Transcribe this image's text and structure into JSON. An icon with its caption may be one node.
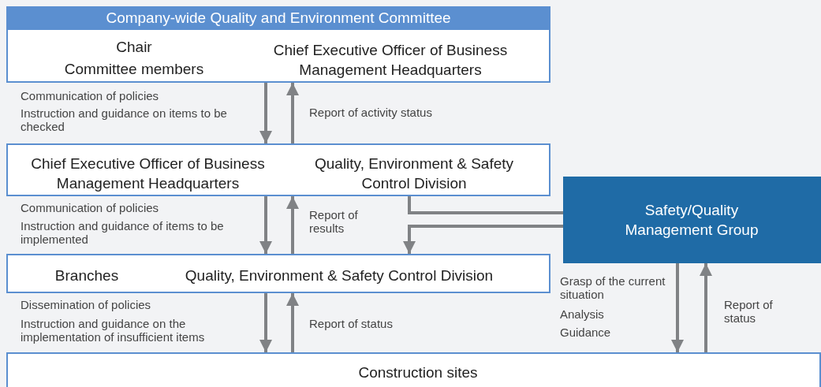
{
  "diagram": {
    "nodes": [
      {
        "text": [
          "Company-wide Quality and Environment Committee",
          "Chair",
          "Committee members",
          "Chief Executive Officer of Business Management Headquarters"
        ]
      },
      {
        "text": [
          "Chief Executive Officer of Business Management Headquarters",
          "Quality, Environment & Safety Control Division"
        ]
      },
      {
        "text": [
          "Branches",
          "Quality, Environment & Safety Control Division"
        ]
      },
      {
        "text": [
          "Construction sites"
        ]
      },
      {
        "text": [
          "Safety/Quality Management Group"
        ]
      }
    ],
    "edges": [
      {
        "from": 0,
        "to": 1,
        "arrow": "to"
      },
      {
        "from": 1,
        "to": 0,
        "arrow": "to",
        "label": "Report of activity status"
      },
      {
        "from": 1,
        "to": 2,
        "arrow": "to"
      },
      {
        "from": 2,
        "to": 1,
        "arrow": "to",
        "label": "Report of results"
      },
      {
        "from": 2,
        "to": 3,
        "arrow": "to"
      },
      {
        "from": 3,
        "to": 2,
        "arrow": "to",
        "label": "Report of status"
      },
      {
        "from": 1,
        "to": 4,
        "arrow": "none"
      },
      {
        "from": 4,
        "to": 2,
        "arrow": "to"
      },
      {
        "from": 4,
        "to": 3,
        "arrow": "to"
      },
      {
        "from": 3,
        "to": 4,
        "arrow": "to",
        "label": "Report of status"
      }
    ],
    "labels": [
      "Communication of policies",
      "Instruction and guidance on items to be checked",
      "Communication of policies",
      "Instruction and guidance of items to be implemented",
      "Dissemination of policies",
      "Instruction and guidance on the implementation of insufficient items",
      "Grasp of the current situation",
      "Analysis",
      "Guidance"
    ]
  }
}
